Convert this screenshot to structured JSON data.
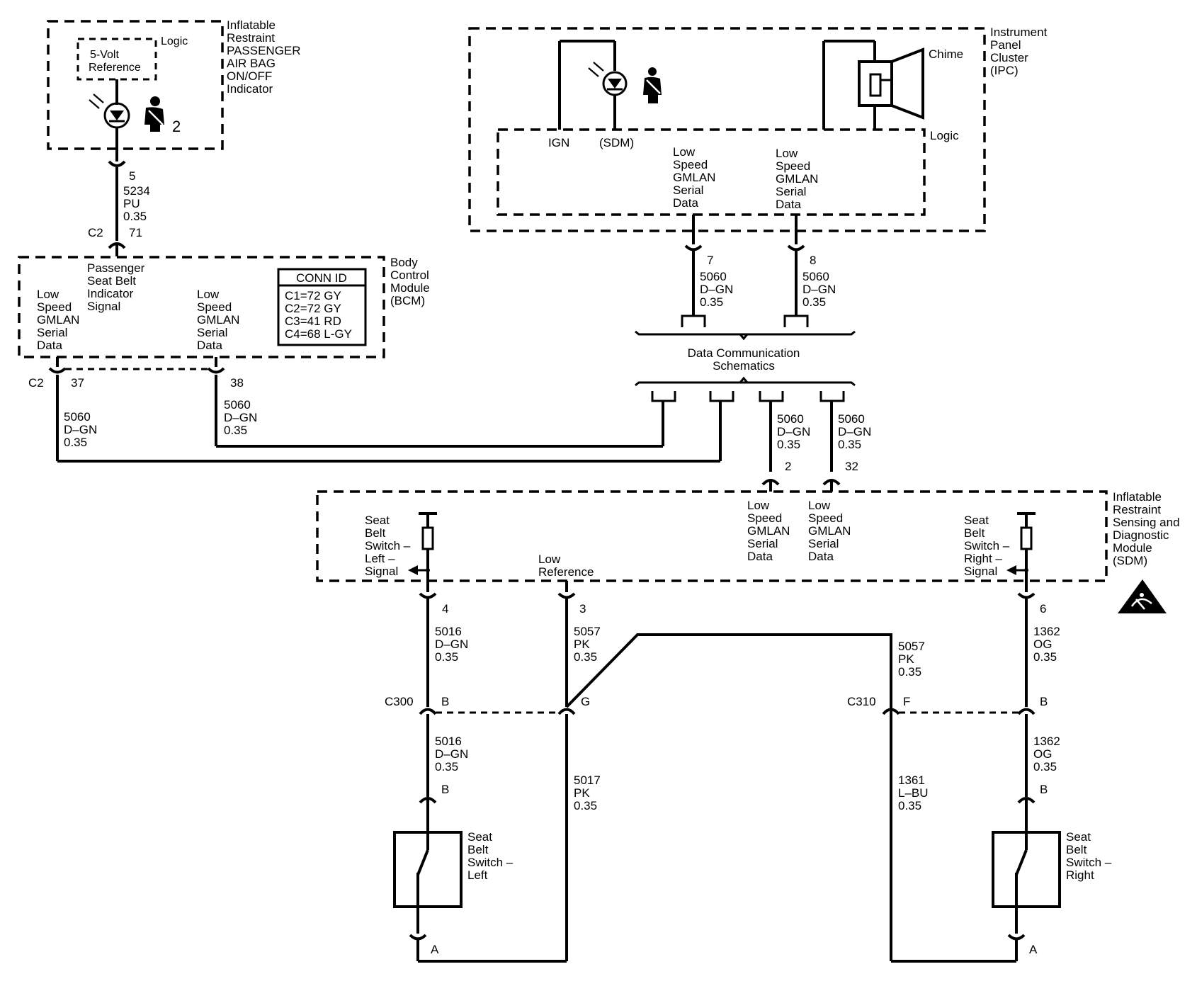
{
  "modules": {
    "passenger_indicator": {
      "name": [
        "Inflatable",
        "Restraint",
        "PASSENGER",
        "AIR BAG",
        "ON/OFF",
        "Indicator"
      ],
      "logic": "Logic",
      "reference": [
        "5-Volt",
        "Reference"
      ],
      "symbol_num": "2"
    },
    "bcm": {
      "name": [
        "Body",
        "Control",
        "Module",
        "(BCM)"
      ],
      "signal": [
        "Passenger",
        "Seat Belt",
        "Indicator",
        "Signal"
      ],
      "gmlan_a": [
        "Low",
        "Speed",
        "GMLAN",
        "Serial",
        "Data"
      ],
      "gmlan_b": [
        "Low",
        "Speed",
        "GMLAN",
        "Serial",
        "Data"
      ],
      "conn_id_title": "CONN ID",
      "conn_ids": [
        "C1=72 GY",
        "C2=72 GY",
        "C3=41 RD",
        "C4=68 L-GY"
      ]
    },
    "ipc": {
      "name": [
        "Instrument",
        "Panel",
        "Cluster",
        "(IPC)"
      ],
      "chime": "Chime",
      "logic": "Logic",
      "ign": "IGN",
      "sdm": "(SDM)",
      "gmlan_a": [
        "Low",
        "Speed",
        "GMLAN",
        "Serial",
        "Data"
      ],
      "gmlan_b": [
        "Low",
        "Speed",
        "GMLAN",
        "Serial",
        "Data"
      ]
    },
    "data_comm": [
      "Data Communication",
      "Schematics"
    ],
    "sdm": {
      "name": [
        "Inflatable",
        "Restraint",
        "Sensing and",
        "Diagnostic",
        "Module",
        "(SDM)"
      ],
      "left_signal": [
        "Seat",
        "Belt",
        "Switch –",
        "Left –",
        "Signal"
      ],
      "right_signal": [
        "Seat",
        "Belt",
        "Switch –",
        "Right –",
        "Signal"
      ],
      "low_ref": [
        "Low",
        "Reference"
      ],
      "gmlan_a": [
        "Low",
        "Speed",
        "GMLAN",
        "Serial",
        "Data"
      ],
      "gmlan_b": [
        "Low",
        "Speed",
        "GMLAN",
        "Serial",
        "Data"
      ]
    },
    "switch_left": [
      "Seat",
      "Belt",
      "Switch –",
      "Left"
    ],
    "switch_right": [
      "Seat",
      "Belt",
      "Switch –",
      "Right"
    ]
  },
  "connectors": {
    "c2_top": "C2",
    "c2_bcm": "C2",
    "c300": "C300",
    "c310": "C310"
  },
  "pins": {
    "p5": "5",
    "p71": "71",
    "p37": "37",
    "p38": "38",
    "p7": "7",
    "p8": "8",
    "p2": "2",
    "p32": "32",
    "p4": "4",
    "p3": "3",
    "p6": "6",
    "c300_b": "B",
    "c300_g": "G",
    "c310_f": "F",
    "c310_b": "B",
    "sw_left_b": "B",
    "sw_right_b": "B",
    "sw_left_a": "A",
    "sw_right_a": "A"
  },
  "wires": {
    "w5234": [
      "5234",
      "PU",
      "0.35"
    ],
    "bcm37": [
      "5060",
      "D–GN",
      "0.35"
    ],
    "bcm38": [
      "5060",
      "D–GN",
      "0.35"
    ],
    "ipc7": [
      "5060",
      "D–GN",
      "0.35"
    ],
    "ipc8": [
      "5060",
      "D–GN",
      "0.35"
    ],
    "sdm2": [
      "5060",
      "D–GN",
      "0.35"
    ],
    "sdm32": [
      "5060",
      "D–GN",
      "0.35"
    ],
    "w5016_top": [
      "5016",
      "D–GN",
      "0.35"
    ],
    "w5057_a": [
      "5057",
      "PK",
      "0.35"
    ],
    "w5057_b": [
      "5057",
      "PK",
      "0.35"
    ],
    "w1362_top": [
      "1362",
      "OG",
      "0.35"
    ],
    "w5016_bot": [
      "5016",
      "D–GN",
      "0.35"
    ],
    "w5017": [
      "5017",
      "PK",
      "0.35"
    ],
    "w1361": [
      "1361",
      "L–BU",
      "0.35"
    ],
    "w1362_bot": [
      "1362",
      "OG",
      "0.35"
    ]
  }
}
